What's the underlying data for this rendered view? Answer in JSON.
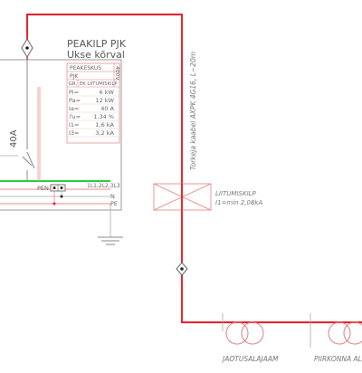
{
  "panel": {
    "title": "PEAKILP PJK",
    "subtitle": "Ukse kõrval",
    "voltage": "400V"
  },
  "table": {
    "heading": "PEAKESKUS",
    "name": "PJK",
    "col_group": "GR.",
    "col_type": "EK LIITUMISKILP",
    "rows": [
      {
        "label": "Pi=",
        "value": "6 kW"
      },
      {
        "label": "Pa=",
        "value": "12 kW"
      },
      {
        "label": "Ia=",
        "value": "40 A"
      },
      {
        "label": "?u=",
        "value": "1,34 %"
      },
      {
        "label": "I1=",
        "value": "1,6 kA"
      },
      {
        "label": "I3=",
        "value": "3,2 kA"
      }
    ]
  },
  "breaker": {
    "rating": "40A"
  },
  "busbar": {
    "pen": "PEN",
    "phases": "1L1,2L2,3L3",
    "n": "N",
    "pe": "PE"
  },
  "cable": {
    "label": "Torkeja kaabel AXPK 4G16, L~20m"
  },
  "junction_box": {
    "name": "LIITUMISKILP",
    "current": "I1=min 2,08kA"
  },
  "transformers": [
    {
      "label": "JAOTUSALAJAAM"
    },
    {
      "label": "PIIRKONNA AL"
    }
  ],
  "colors": {
    "feed": "#e8202a",
    "bus": "#22cc33",
    "thin": "#f08a8a",
    "line": "#aaaaaa",
    "text": "#555555"
  }
}
